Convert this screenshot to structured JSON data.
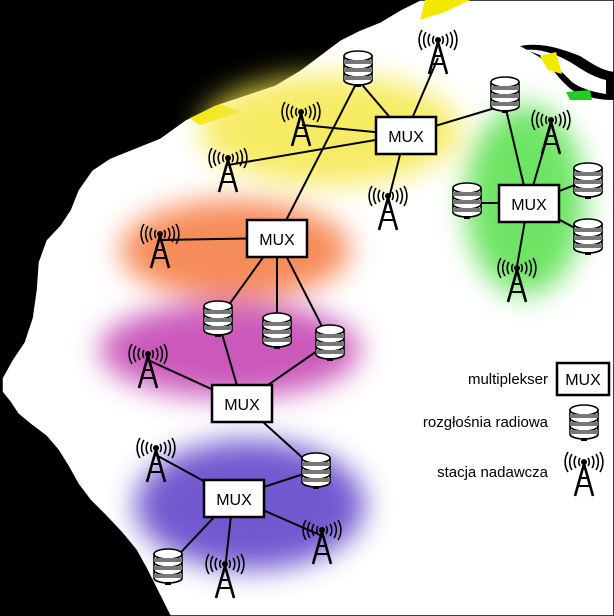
{
  "mux_label": "MUX",
  "legend": {
    "multiplexer": "multiplekser",
    "multiplexer_symbol": "MUX",
    "radio_station": "rozgłośnia radiowa",
    "transmitter": "stacja nadawcza"
  },
  "colors": {
    "land_fill": "#ffffff",
    "outside": "#000000",
    "coast_yellow": "#f4e800",
    "coast_green": "#22cc22",
    "cluster_yellow": "#f5e84a",
    "cluster_green": "#55e04a",
    "cluster_orange": "#f5783c",
    "cluster_magenta": "#c23cb0",
    "cluster_violet": "#5a3cc8",
    "stroke": "#000000"
  },
  "icons": {
    "multiplexer": "mux-box-icon",
    "radio_station": "database-cylinder-icon",
    "transmitter": "radio-tower-icon"
  }
}
